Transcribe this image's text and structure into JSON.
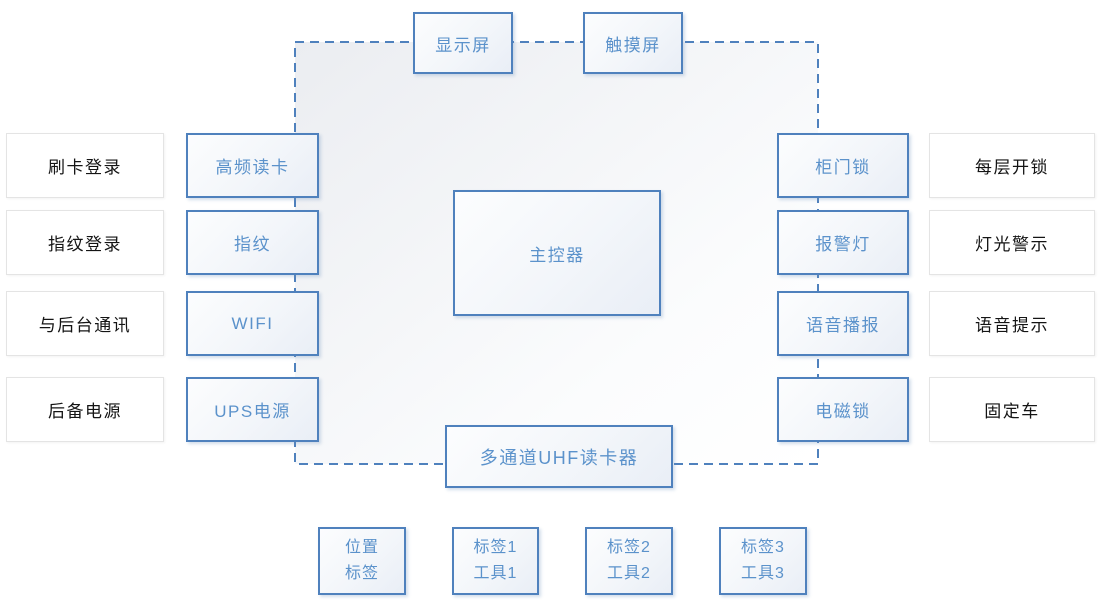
{
  "nodes": {
    "display_screen": "显示屏",
    "touch_screen": "触摸屏",
    "main_controller": "主控器",
    "uhf_reader": "多通道UHF读卡器"
  },
  "left_outer": [
    "刷卡登录",
    "指纹登录",
    "与后台通讯",
    "后备电源"
  ],
  "left_inner": [
    "高频读卡",
    "指纹",
    "WIFI",
    "UPS电源"
  ],
  "right_inner": [
    "柜门锁",
    "报警灯",
    "语音播报",
    "电磁锁"
  ],
  "right_outer": [
    "每层开锁",
    "灯光警示",
    "语音提示",
    "固定车"
  ],
  "tags": [
    {
      "line1": "位置",
      "line2": "标签"
    },
    {
      "line1": "标签1",
      "line2": "工具1"
    },
    {
      "line1": "标签2",
      "line2": "工具2"
    },
    {
      "line1": "标签3",
      "line2": "工具3"
    }
  ],
  "colors": {
    "accent_blue": "#4f81bd",
    "text_blue": "#5b92cb",
    "outer_border_gray": "#e4e4e4",
    "text_black": "#141414",
    "fill_gradient_start": "#ebedf1",
    "fill_gradient_end": "#ffffff"
  }
}
